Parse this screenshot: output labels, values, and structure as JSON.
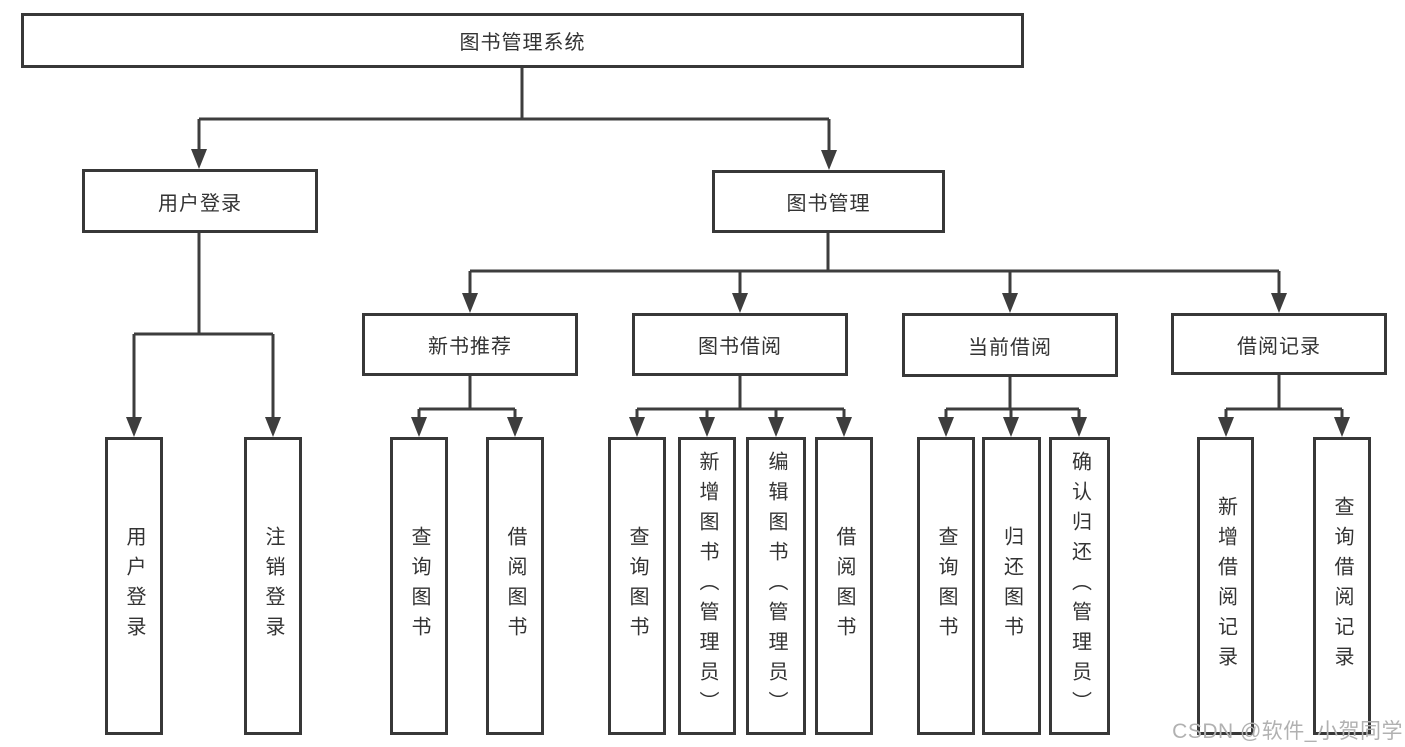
{
  "diagram": {
    "root": "图书管理系统",
    "level2": [
      "用户登录",
      "图书管理"
    ],
    "level3": [
      "新书推荐",
      "图书借阅",
      "当前借阅",
      "借阅记录"
    ],
    "leaves": {
      "login": [
        "用户登录",
        "注销登录"
      ],
      "recommend": [
        "查询图书",
        "借阅图书"
      ],
      "borrow": [
        "查询图书",
        "新增图书（管理员）",
        "编辑图书（管理员）",
        "借阅图书"
      ],
      "current": [
        "查询图书",
        "归还图书",
        "确认归还（管理员）"
      ],
      "records": [
        "新增借阅记录",
        "查询借阅记录"
      ]
    }
  },
  "watermark": {
    "text": "CSDN @软件_小贺同学"
  },
  "colors": {
    "line": "#3d3d3d",
    "box_border": "#383838",
    "text": "#333333",
    "watermark": "#b1b1b1",
    "background": "#ffffff"
  }
}
